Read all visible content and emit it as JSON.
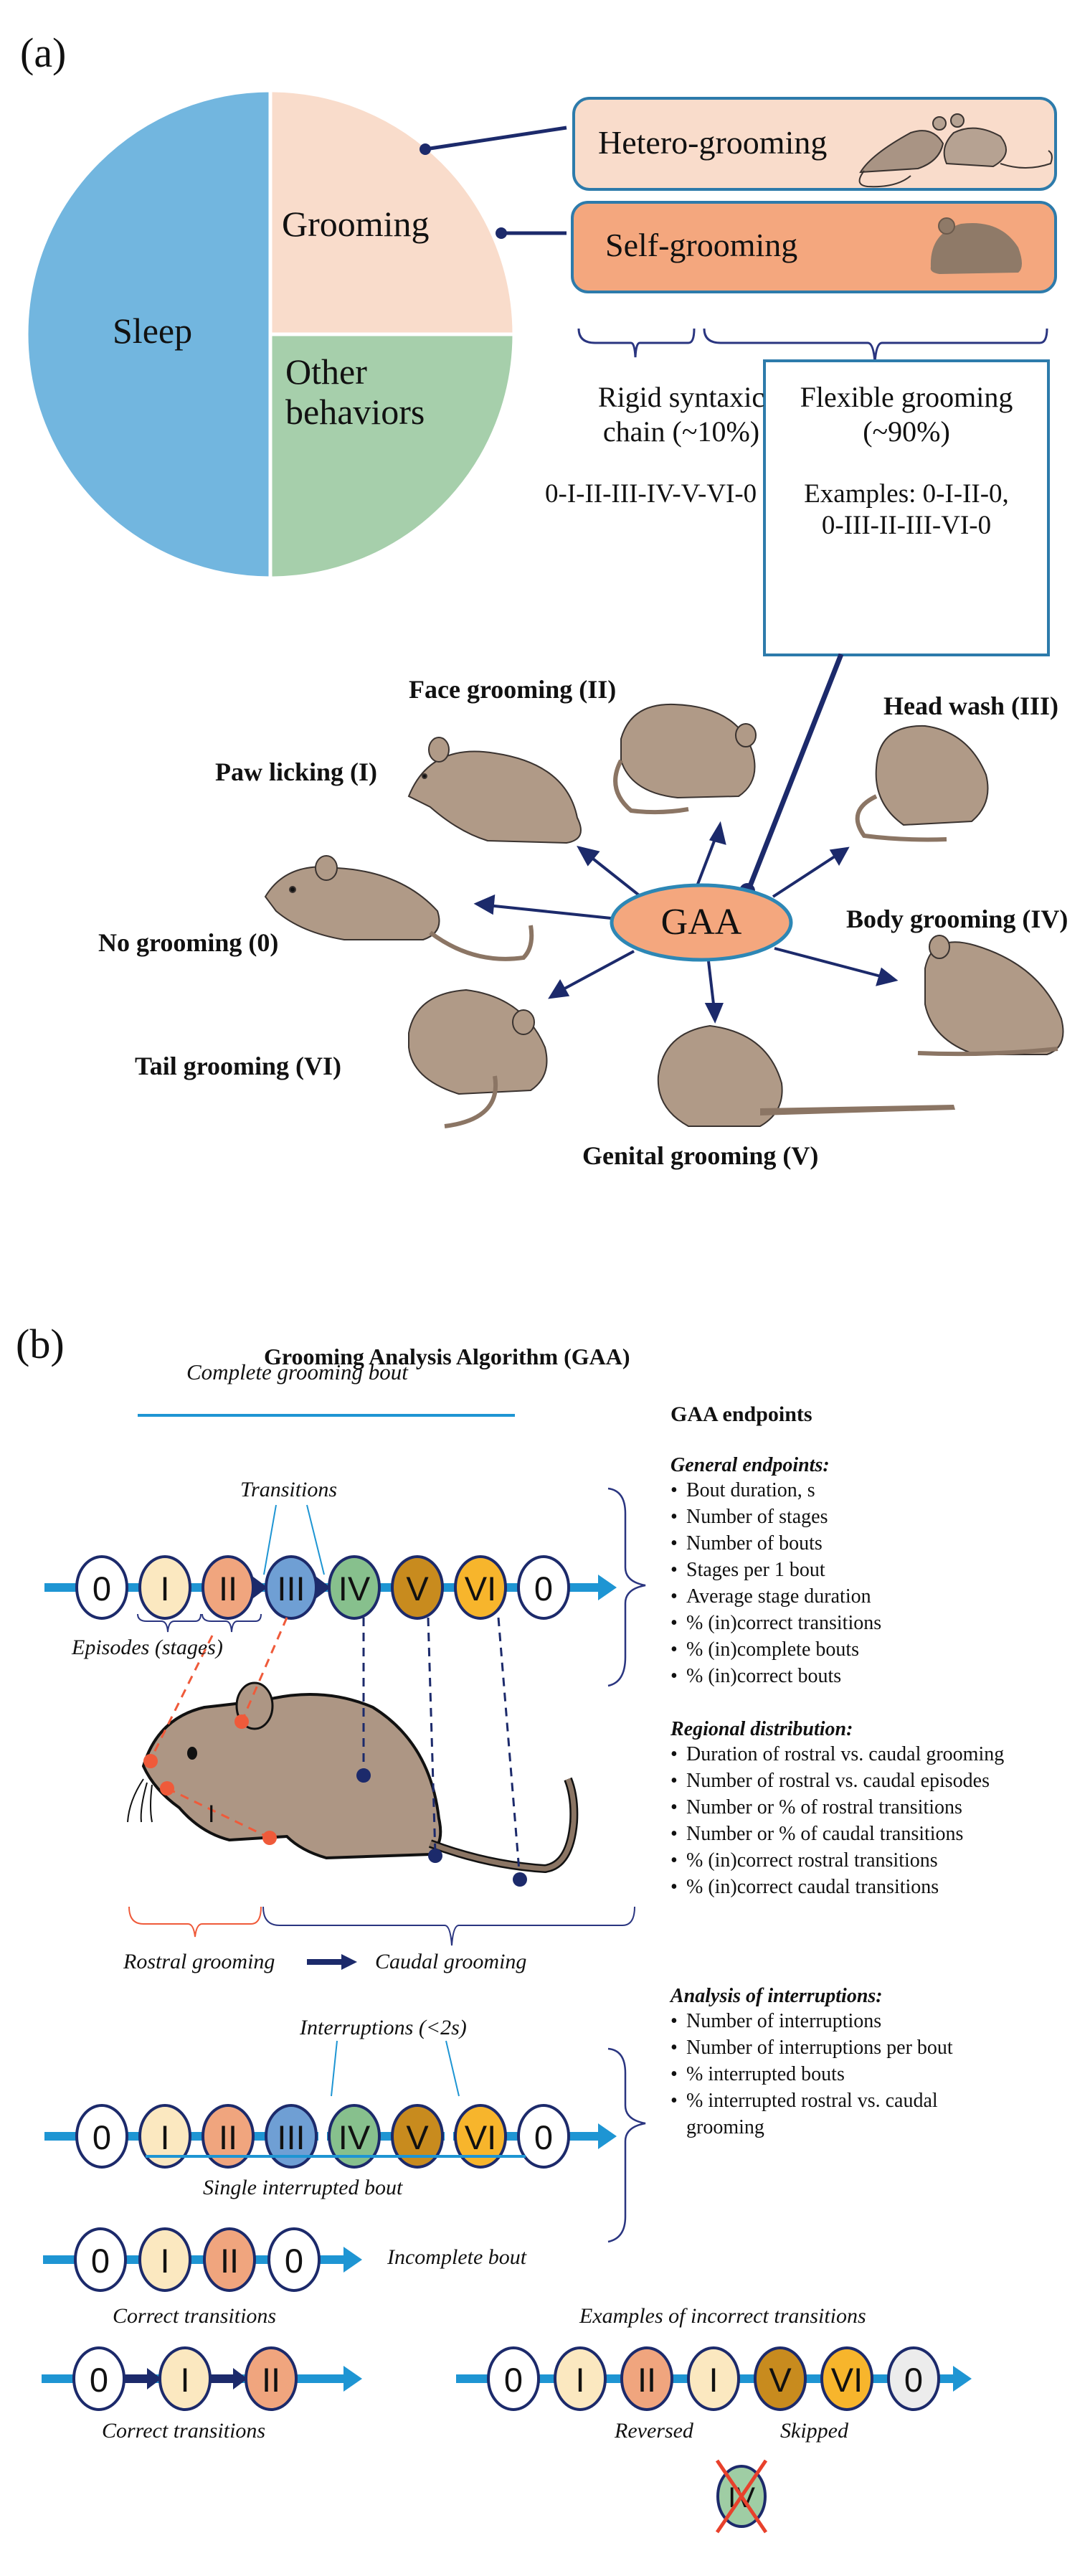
{
  "panel_a": {
    "label": "(a)",
    "pie": {
      "slices": [
        {
          "name": "Sleep",
          "fraction": 0.5,
          "color": "#72b6df"
        },
        {
          "name": "Grooming",
          "fraction": 0.25,
          "color": "#f9dccb"
        },
        {
          "name": "Other behaviors",
          "fraction": 0.25,
          "color": "#a6cfab"
        }
      ],
      "labels": {
        "sleep": "Sleep",
        "grooming": "Grooming",
        "other_line1": "Other",
        "other_line2": "behaviors"
      }
    },
    "boxes": {
      "hetero": {
        "label": "Hetero-grooming",
        "fill": "#f9dccb",
        "stroke": "#2d7bab"
      },
      "self": {
        "label": "Self-grooming",
        "fill": "#f4a77e",
        "stroke": "#2d7bab"
      }
    },
    "rigid": {
      "line1": "Rigid syntaxic",
      "line2": "chain (~10%)",
      "sequence": "0-I-II-III-IV-V-VI-0"
    },
    "flexible": {
      "line1": "Flexible grooming",
      "line2": "(~90%)",
      "examples_line1": "Examples: 0-I-II-0,",
      "examples_line2": "0-III-II-III-VI-0"
    },
    "hub": {
      "label": "GAA",
      "fill": "#f4a77e",
      "stroke": "#2d87b5"
    },
    "stages": {
      "face": "Face grooming (II)",
      "paw": "Paw licking (I)",
      "head": "Head wash (III)",
      "none": "No grooming (0)",
      "body": "Body grooming (IV)",
      "tail": "Tail grooming (VI)",
      "genital": "Genital grooming (V)"
    },
    "colors": {
      "connector": "#1c2a6b",
      "mouse": "#b09a87",
      "mouse_outline": "#3a3330"
    }
  },
  "panel_b": {
    "label": "(b)",
    "title": "Grooming Analysis Algorithm (GAA)",
    "complete_bout_label": "Complete grooming bout",
    "transitions_label": "Transitions",
    "episodes_label": "Episodes (stages)",
    "rostral_label": "Rostral grooming",
    "caudal_label": "Caudal grooming",
    "mouse_marker": "I",
    "interruptions_label": "Interruptions (<2s)",
    "single_interrupted_label": "Single interrupted bout",
    "incomplete_label": "Incomplete bout",
    "correct_transitions_1": "Correct transitions",
    "correct_transitions_2": "Correct transitions",
    "incorrect_title": "Examples of incorrect transitions",
    "reversed_label": "Reversed",
    "skipped_label": "Skipped",
    "skipped_stage": "IV",
    "stage_colors": {
      "0": "#ffffff",
      "I": "#fbe8c0",
      "II": "#f0a57e",
      "III": "#6f9fd4",
      "IV": "#87c08d",
      "V": "#c88b1e",
      "VI": "#f7b52c",
      "0g": "#ececec"
    },
    "sequences": {
      "complete": [
        "0",
        "I",
        "II",
        "III",
        "IV",
        "V",
        "VI",
        "0"
      ],
      "interrupted": [
        "0",
        "I",
        "II",
        "III",
        "IV",
        "V",
        "VI",
        "0"
      ],
      "incomplete": [
        "0",
        "I",
        "II",
        "0"
      ],
      "correct": [
        "0",
        "I",
        "II"
      ],
      "incorrect": [
        "0",
        "I",
        "II",
        "I",
        "V",
        "VI",
        "0g"
      ]
    },
    "endpoints": {
      "heading": "GAA endpoints",
      "general_heading": "General endpoints:",
      "general": [
        "Bout duration, s",
        "Number of stages",
        "Number of bouts",
        "Stages per 1 bout",
        "Average stage duration",
        "% (in)correct transitions",
        "% (in)complete bouts",
        "% (in)correct bouts"
      ],
      "regional_heading": "Regional distribution:",
      "regional": [
        "Duration of rostral vs. caudal grooming",
        "Number of rostral vs. caudal episodes",
        "Number or % of rostral transitions",
        "Number or % of caudal transitions",
        "% (in)correct rostral transitions",
        "% (in)correct caudal transitions"
      ],
      "interruptions_heading": "Analysis of interruptions:",
      "interruptions": [
        "Number of interruptions",
        "Number of interruptions per bout",
        "% interrupted bouts",
        "% interrupted rostral vs. caudal grooming"
      ]
    },
    "colors": {
      "timeline": "#1e95d3",
      "stage_outline": "#1c2a6b",
      "rostral": "#ef5a3a",
      "caudal": "#1c2a6b",
      "cross": "#e8412c"
    }
  }
}
